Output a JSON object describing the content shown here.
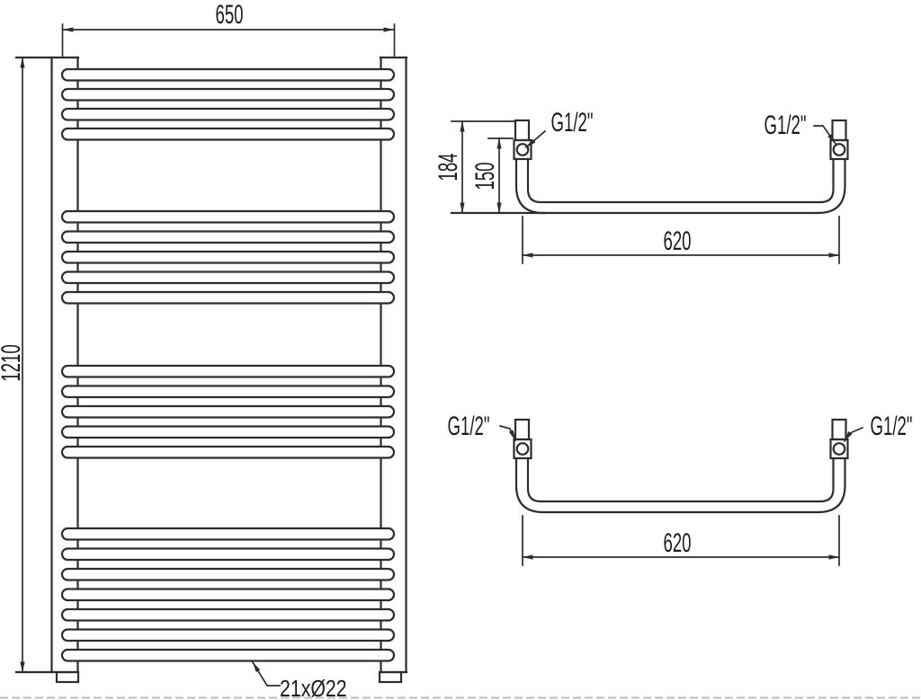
{
  "front_view": {
    "width": "650",
    "height": "1210",
    "rung_spec": "21xØ22",
    "rung_count": 21,
    "rung_groups": [
      4,
      5,
      5,
      7
    ]
  },
  "connection_views": {
    "top": {
      "overall_depth": "184",
      "rail_depth": "150",
      "connection_spacing": "620",
      "thread_left": "G1/2\"",
      "thread_right": "G1/2\""
    },
    "bottom": {
      "connection_spacing": "620",
      "thread_left": "G1/2\"",
      "thread_right": "G1/2\""
    }
  },
  "colors": {
    "line": "#2d2d2d",
    "text": "#1b1b1b",
    "background": "#ffffff"
  }
}
